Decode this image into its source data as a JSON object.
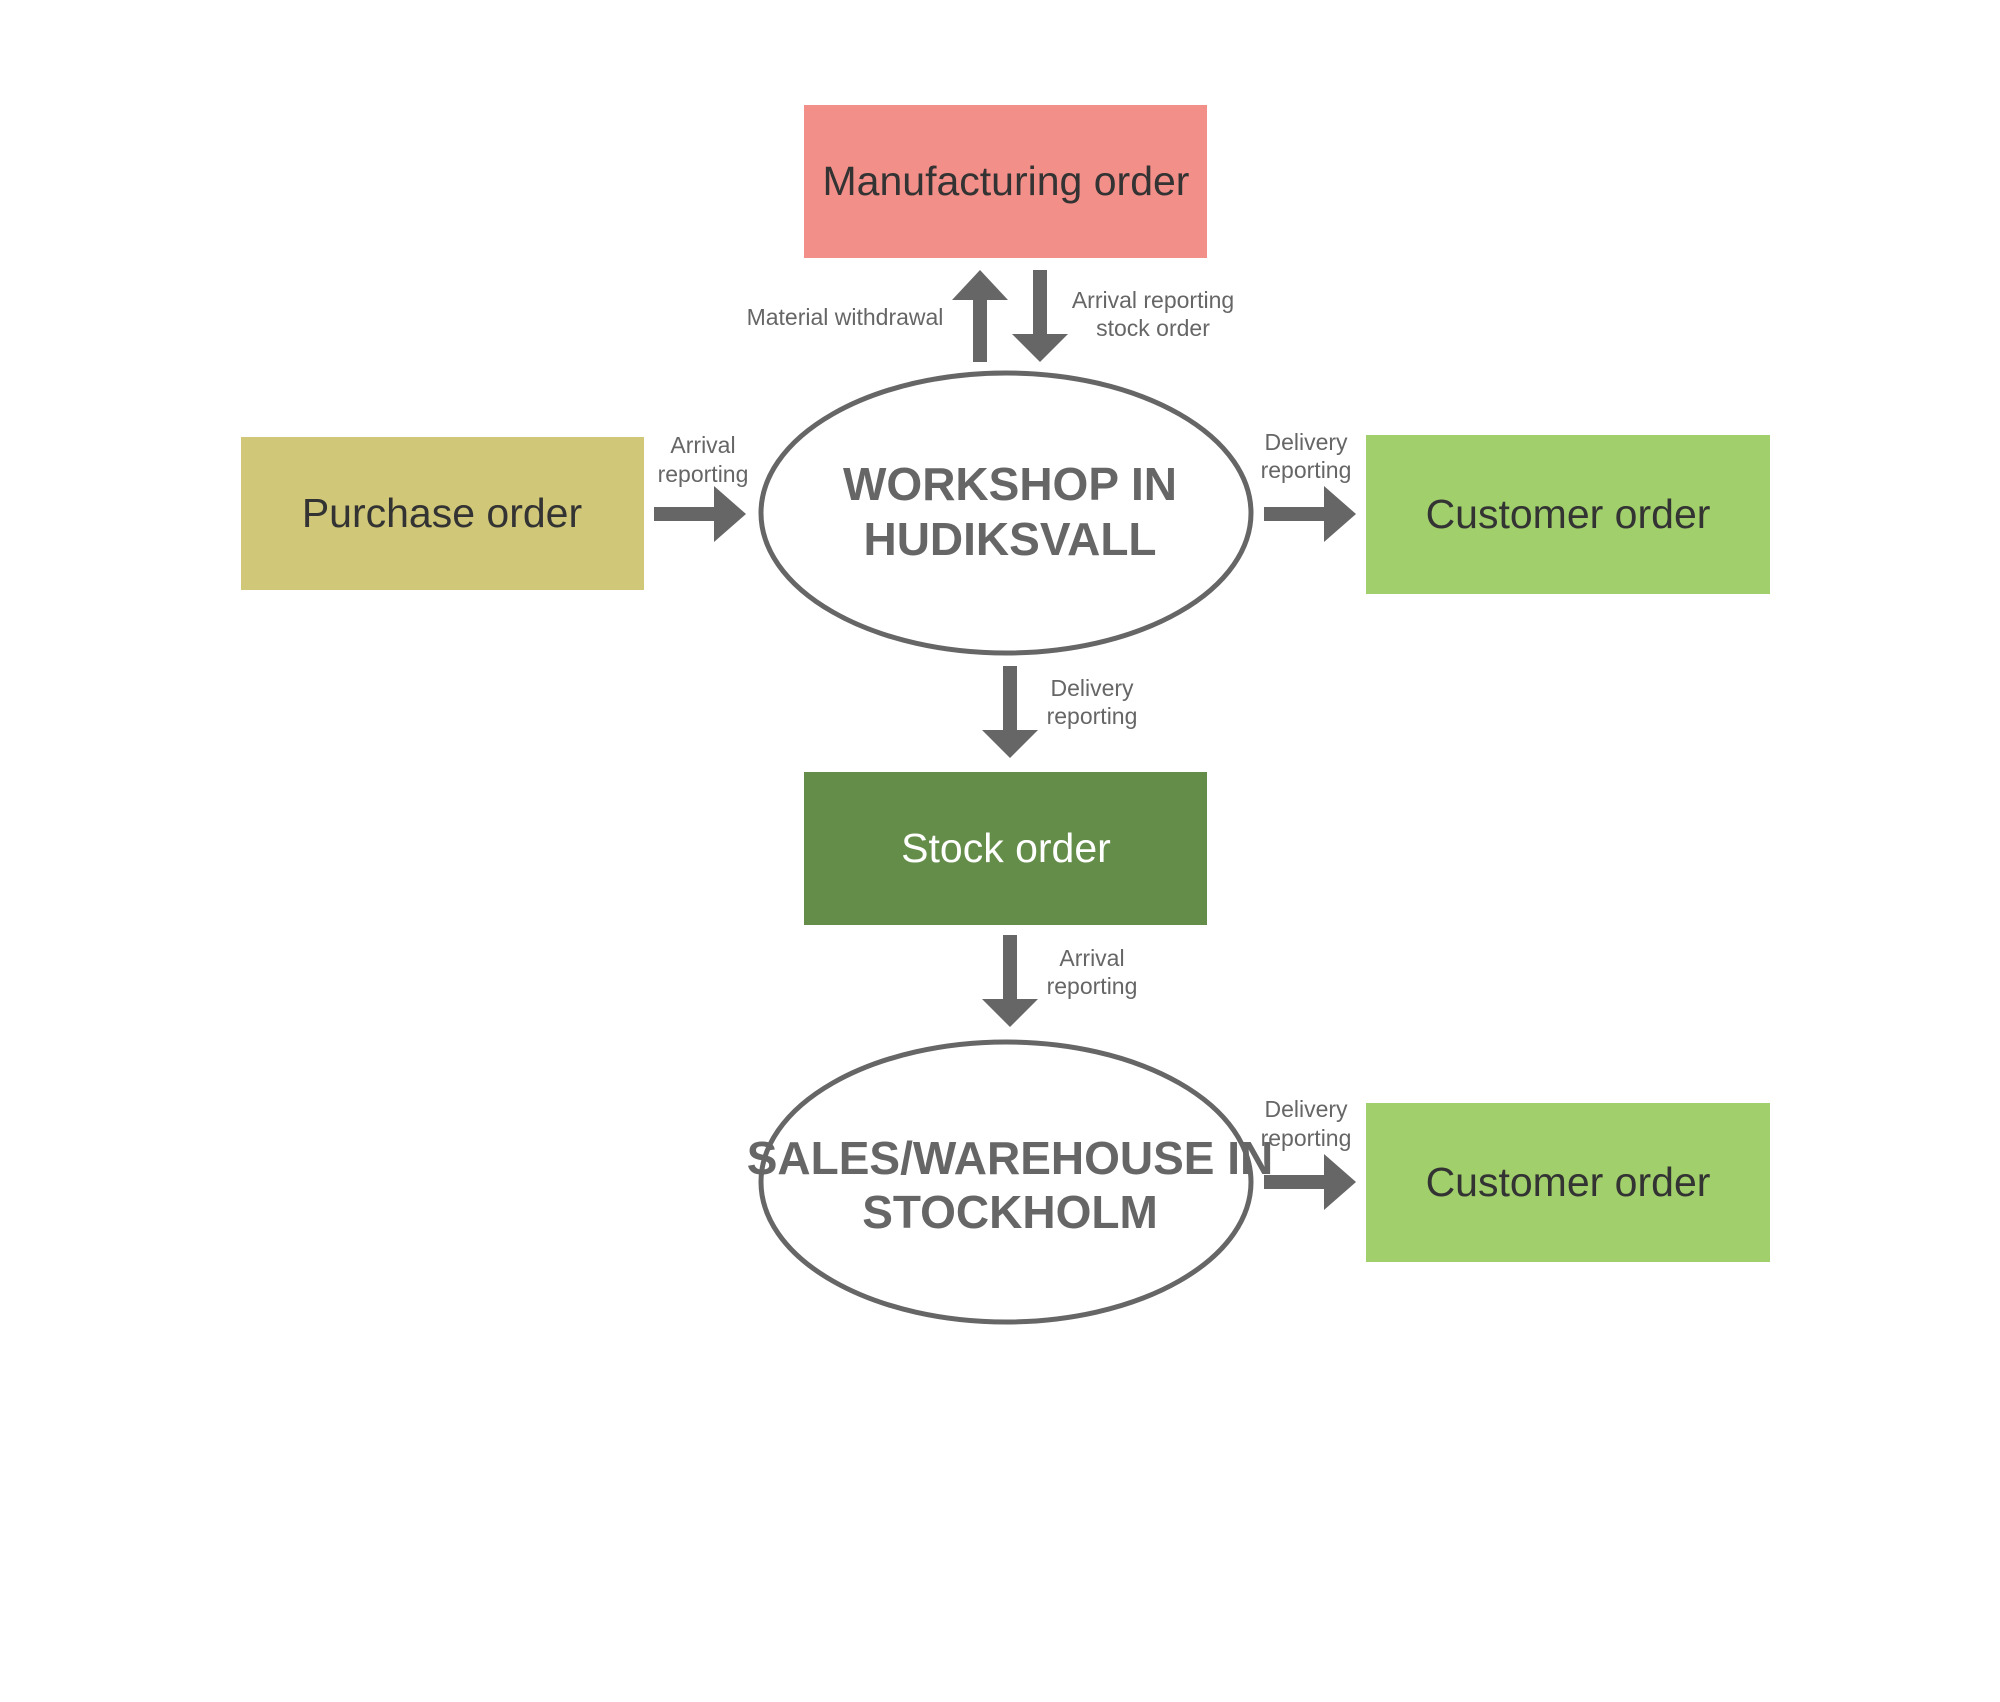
{
  "colors": {
    "manufacturing": "#f28f89",
    "purchase": "#d0c878",
    "customer": "#a1cf6c",
    "stock": "#648d4a",
    "arrow": "#666666",
    "ellipse_stroke": "#666666",
    "dark_text": "#333333",
    "light_text": "#ffffff"
  },
  "boxes": {
    "manufacturing": "Manufacturing order",
    "purchase": "Purchase order",
    "customer_top": "Customer order",
    "stock": "Stock order",
    "customer_bottom": "Customer order"
  },
  "nodes": {
    "workshop": [
      "WORKSHOP IN",
      "HUDIKSVALL"
    ],
    "sales": [
      "SALES/WAREHOUSE IN",
      "STOCKHOLM"
    ]
  },
  "edges": {
    "material_withdrawal": [
      "Material withdrawal"
    ],
    "arrival_stock_order": [
      "Arrival reporting",
      "stock order"
    ],
    "purchase_arrival": [
      "Arrival",
      "reporting"
    ],
    "workshop_delivery": [
      "Delivery",
      "reporting"
    ],
    "stock_delivery": [
      "Delivery",
      "reporting"
    ],
    "stock_arrival": [
      "Arrival",
      "reporting"
    ],
    "sales_delivery": [
      "Delivery",
      "reporting"
    ]
  }
}
